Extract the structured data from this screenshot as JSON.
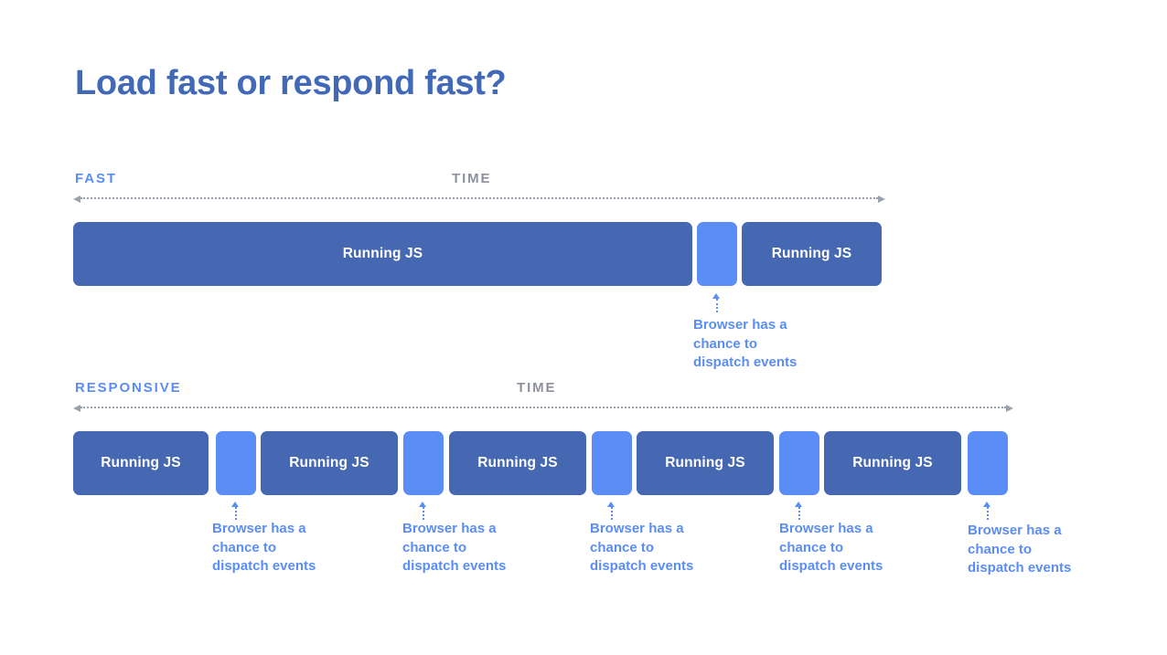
{
  "slide": {
    "title": "Load fast or respond fast?",
    "colors": {
      "title": "#4169b8",
      "js_block": "#4668b3",
      "gap_block": "#5b8df6",
      "accent_blue": "#5b8df6",
      "axis_gray": "#8c919b",
      "background": "#ffffff"
    }
  },
  "sections": [
    {
      "id": "fast",
      "state_label": "FAST",
      "time_label": "TIME",
      "blocks": [
        {
          "type": "js",
          "label": "Running JS"
        },
        {
          "type": "gap",
          "label": ""
        },
        {
          "type": "js",
          "label": "Running JS"
        }
      ],
      "callouts": [
        {
          "text": "Browser has a\nchance to\ndispatch events"
        }
      ]
    },
    {
      "id": "responsive",
      "state_label": "RESPONSIVE",
      "time_label": "TIME",
      "blocks": [
        {
          "type": "js",
          "label": "Running JS"
        },
        {
          "type": "gap",
          "label": ""
        },
        {
          "type": "js",
          "label": "Running JS"
        },
        {
          "type": "gap",
          "label": ""
        },
        {
          "type": "js",
          "label": "Running JS"
        },
        {
          "type": "gap",
          "label": ""
        },
        {
          "type": "js",
          "label": "Running JS"
        },
        {
          "type": "gap",
          "label": ""
        },
        {
          "type": "js",
          "label": "Running JS"
        },
        {
          "type": "gap",
          "label": ""
        }
      ],
      "callouts": [
        {
          "text": "Browser has a\nchance to\ndispatch events"
        },
        {
          "text": "Browser has a\nchance to\ndispatch events"
        },
        {
          "text": "Browser has a\nchance to\ndispatch events"
        },
        {
          "text": "Browser has a\nchance to\ndispatch events"
        },
        {
          "text": "Browser has a\nchance to\ndispatch events"
        }
      ]
    }
  ]
}
